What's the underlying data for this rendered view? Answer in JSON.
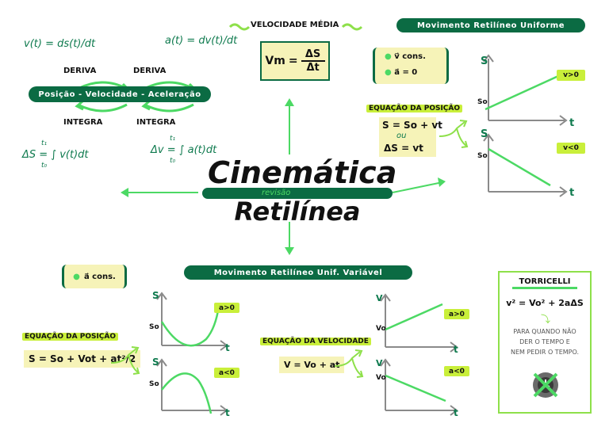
{
  "title": {
    "line1": "Cinemática",
    "line2": "Retilínea",
    "subtitle": "revisão"
  },
  "top_left": {
    "v_def": "v(t) = ds(t)/dt",
    "a_def": "a(t) = dv(t)/dt",
    "deriva": "DERIVA",
    "integra": "INTEGRA",
    "chain": "Posição - Velocidade - Aceleração",
    "ds_int": "ΔS = ∫ v(t)dt",
    "dv_int": "Δv = ∫ a(t)dt",
    "t1": "t₁",
    "t0": "t₀"
  },
  "vel_media": {
    "title": "Velocidade média",
    "formula_lhs": "Vm",
    "formula_num": "ΔS",
    "formula_den": "Δt"
  },
  "mru": {
    "title": "Movimento Retilíneo Uniforme",
    "cond1": "v⃗ cons.",
    "cond2": "a⃗ = 0",
    "eq_title": "Equação da posição",
    "eq1": "S = So + vt",
    "ou": "ou",
    "eq2": "ΔS = vt",
    "graph1_label": "v>0",
    "graph2_label": "v<0",
    "s": "S",
    "so": "So",
    "t": "t"
  },
  "mruv": {
    "title": "Movimento Retilíneo Unif. Variável",
    "cond": "a⃗ cons.",
    "eq_pos_title": "Equação da posição",
    "eq_pos": "S = So + Vot + at²/2",
    "eq_vel_title": "Equação da velocidade",
    "eq_vel": "V = Vo + at",
    "a_pos": "a>0",
    "a_neg": "a<0",
    "s": "S",
    "so": "So",
    "v": "V",
    "vo": "Vo",
    "t": "t"
  },
  "torricelli": {
    "title": "Torricelli",
    "formula": "v² = Vo² + 2aΔS",
    "note1": "Para quando não",
    "note2": "der o tempo e",
    "note3": "nem pedir o tempo."
  },
  "colors": {
    "dark_green": "#0b6b43",
    "bright_green": "#4cd964",
    "lime": "#c9ef3a",
    "highlight": "#f6f3b8"
  }
}
